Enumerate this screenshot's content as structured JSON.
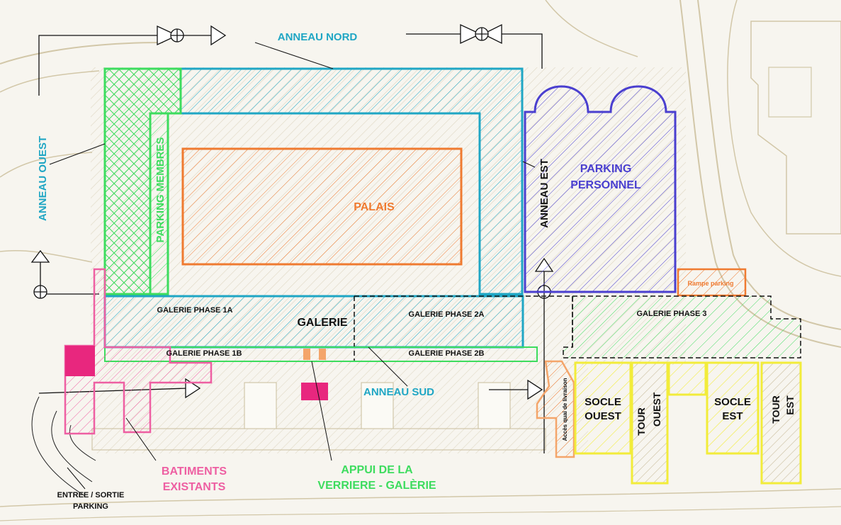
{
  "colors": {
    "background": "#f7f5ef",
    "base_line": "#d2c7a8",
    "hatch_base": "#c9bd9c",
    "cyan": "#1fa6c4",
    "green": "#3ddc5e",
    "orange": "#ef7a30",
    "purple": "#4a3fcf",
    "pink": "#ee5fa2",
    "magenta": "#e8277e",
    "yellow": "#f2ec3a",
    "black": "#111111",
    "light_orange": "#f4a56a"
  },
  "labels": {
    "anneau_nord": "ANNEAU NORD",
    "anneau_ouest": "ANNEAU OUEST",
    "anneau_est": "ANNEAU EST",
    "anneau_sud": "ANNEAU SUD",
    "parking_membres": "PARKING MEMBRES",
    "palais": "PALAIS",
    "parking_personnel_1": "PARKING",
    "parking_personnel_2": "PERSONNEL",
    "rampe_parking": "Rampe parking",
    "galerie": "GALERIE",
    "galerie_1a": "GALERIE PHASE 1A",
    "galerie_1b": "GALERIE PHASE 1B",
    "galerie_2a": "GALERIE PHASE 2A",
    "galerie_2b": "GALERIE PHASE 2B",
    "galerie_3": "GALERIE PHASE 3",
    "acces_quai": "Accès quai de livraison",
    "socle_ouest_1": "SOCLE",
    "socle_ouest_2": "OUEST",
    "tour_ouest_1": "TOUR",
    "tour_ouest_2": "OUEST",
    "socle_est_1": "SOCLE",
    "socle_est_2": "EST",
    "tour_est_1": "TOUR",
    "tour_est_2": "EST",
    "batiments_1": "BATIMENTS",
    "batiments_2": "EXISTANTS",
    "appui_1": "APPUI DE LA",
    "appui_2": "VERRIERE - GALÈRIE",
    "entree_1": "ENTREE / SORTIE",
    "entree_2": "PARKING"
  }
}
